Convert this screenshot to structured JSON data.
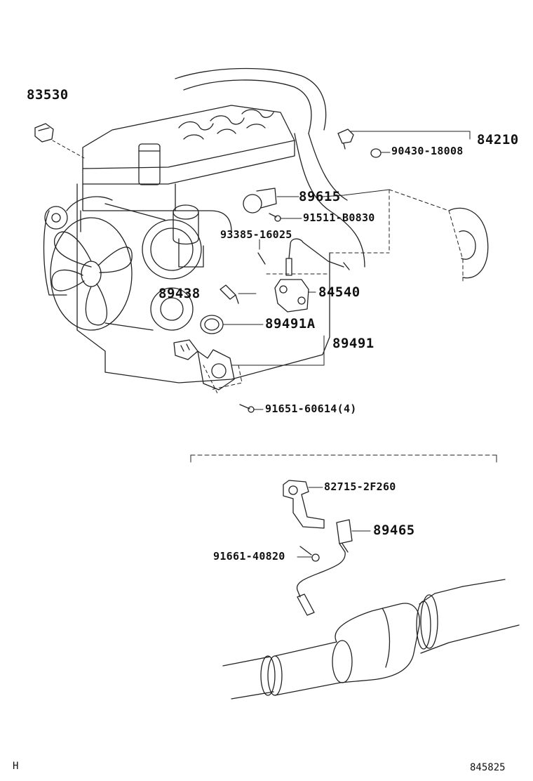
{
  "labels": {
    "p83530": "83530",
    "p84210": "84210",
    "p90430": "90430-18008",
    "p89615": "89615",
    "p91511": "91511-B0830",
    "p93385": "93385-16025",
    "p89438": "89438",
    "p84540": "84540",
    "p89491a": "89491A",
    "p89491": "89491",
    "p91651": "91651-60614(4)",
    "p82715": "82715-2F260",
    "p89465": "89465",
    "p91661": "91661-40820"
  },
  "footer": {
    "code": "H",
    "figure": "845825"
  }
}
